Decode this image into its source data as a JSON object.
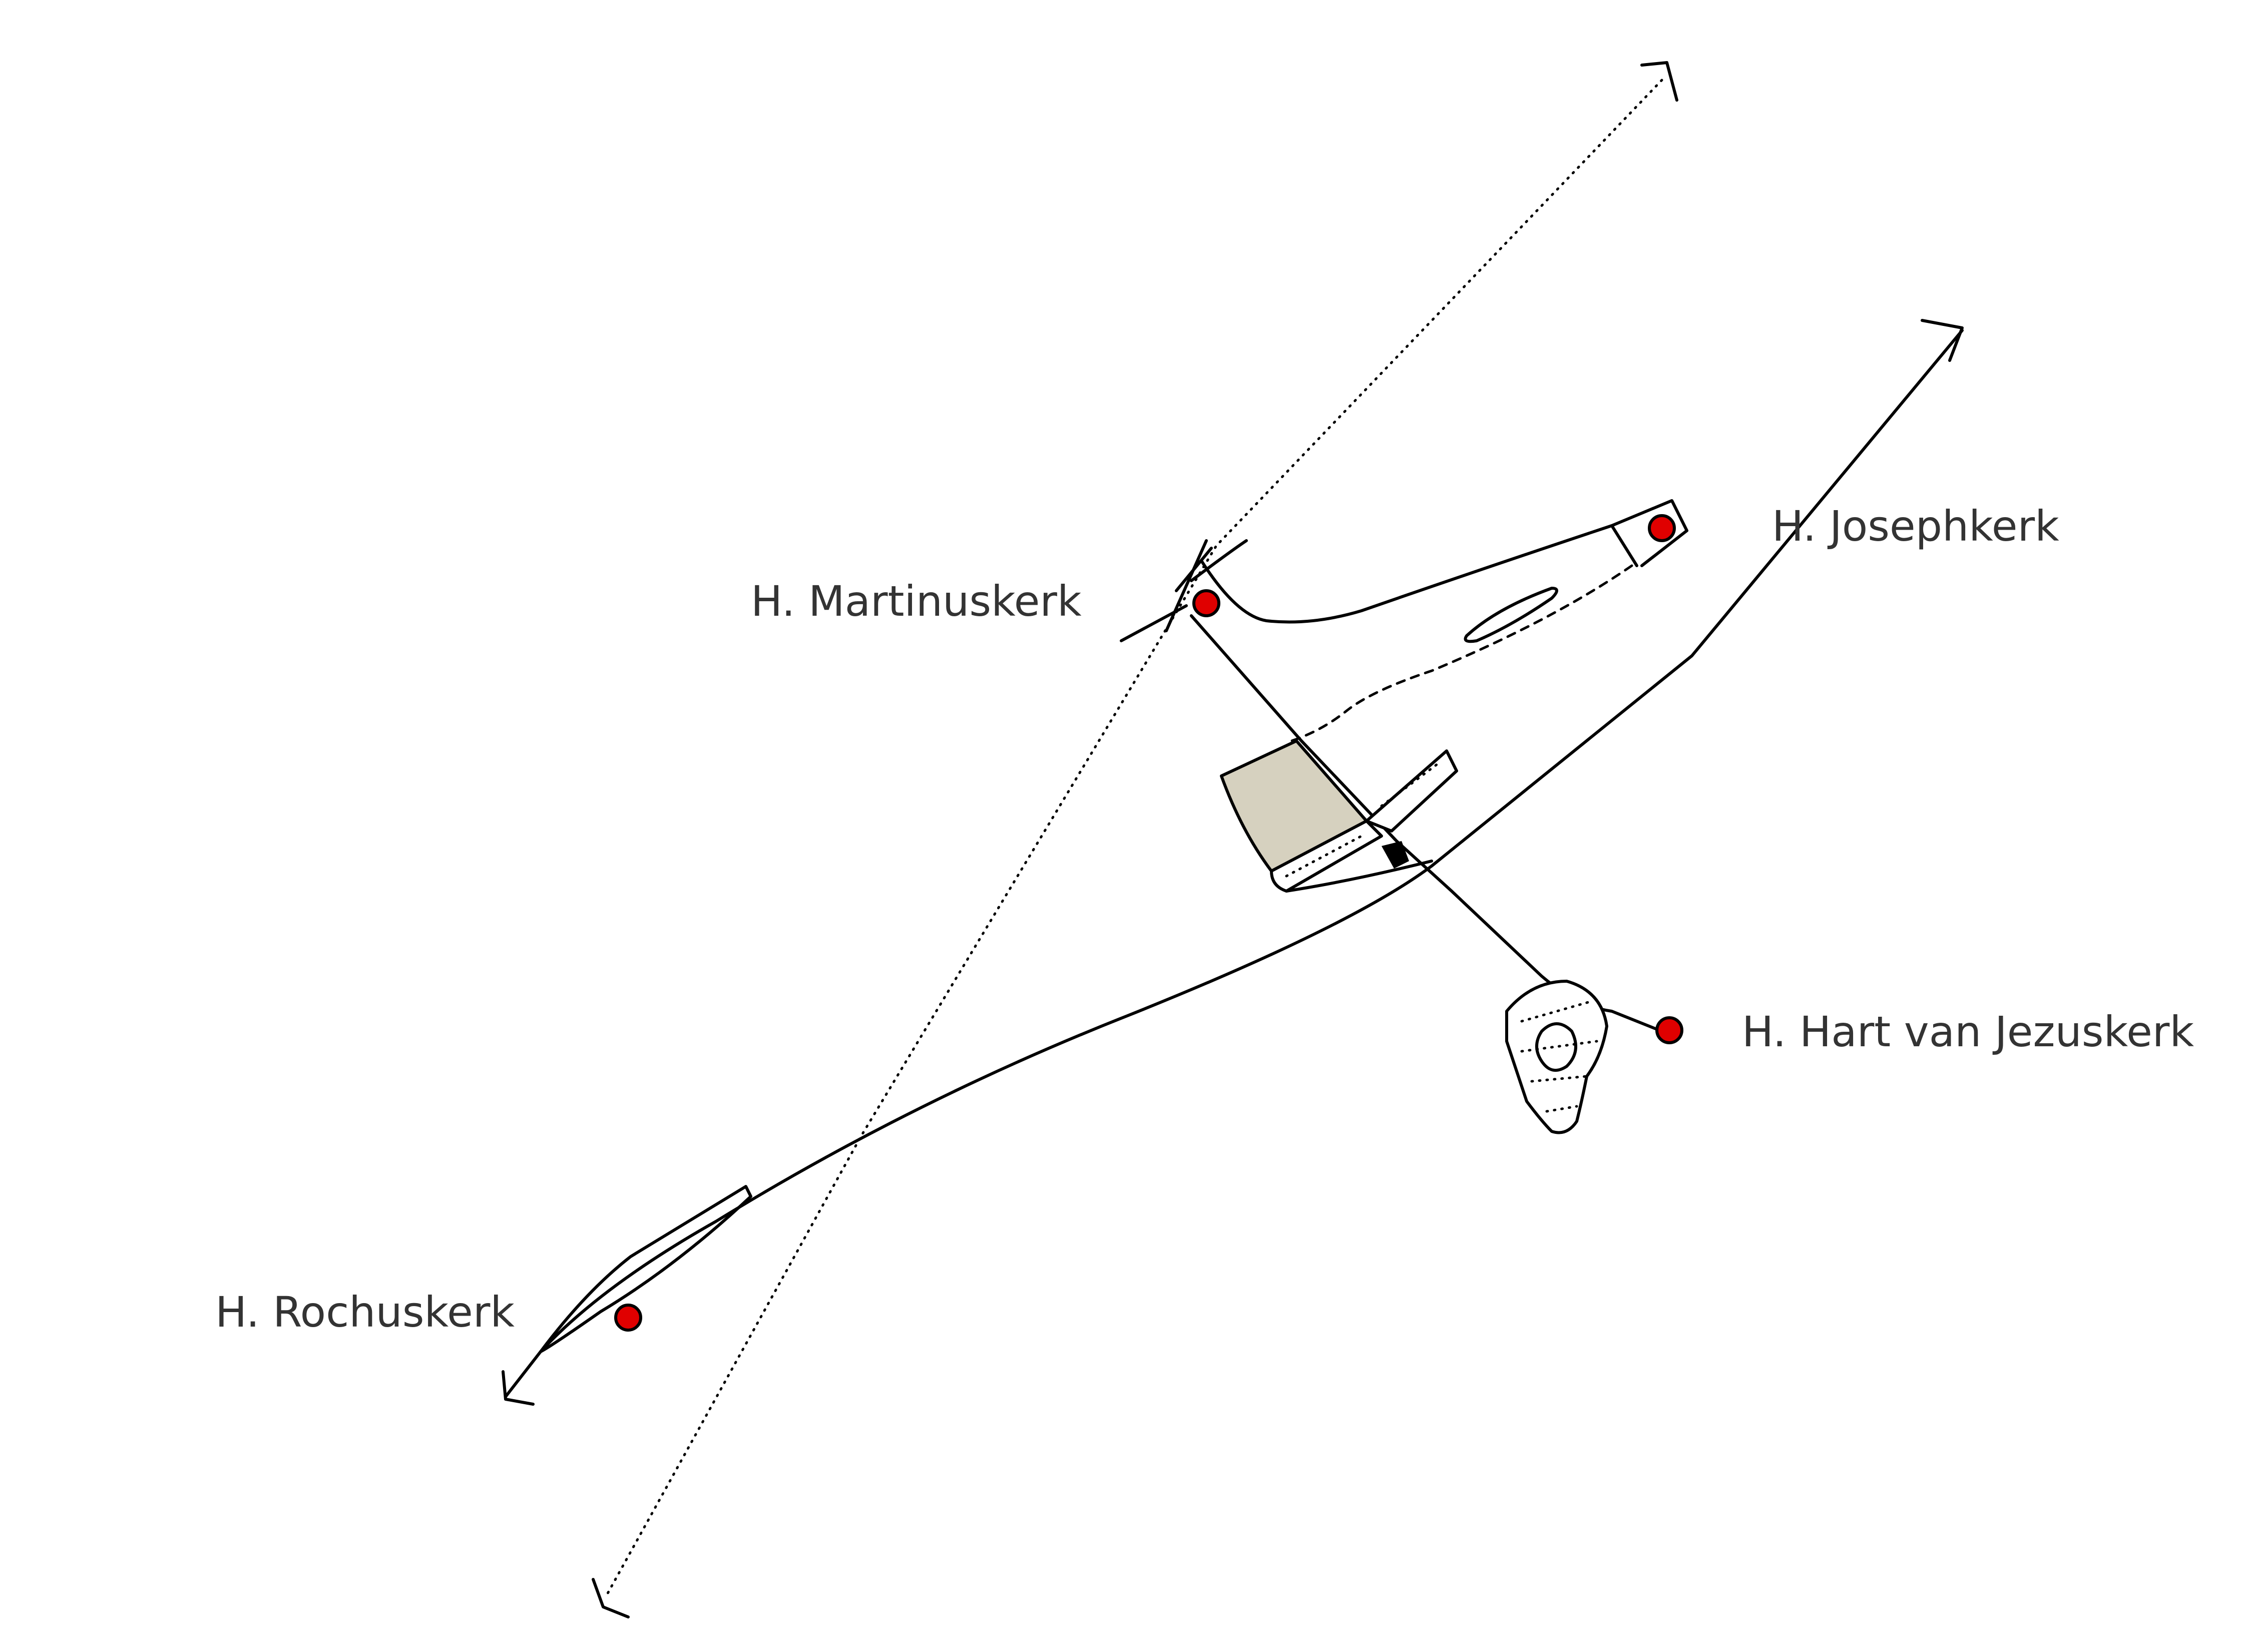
{
  "labels": {
    "martinus": "H. Martinuskerk",
    "joseph": "H. Josephkerk",
    "hart": "H. Hart van Jezuskerk",
    "rochus": "H. Rochuskerk"
  },
  "colors": {
    "ink": "#000000",
    "church_marker": "#e00000",
    "building_fill": "#d6d1bf",
    "label_text": "#333333"
  }
}
